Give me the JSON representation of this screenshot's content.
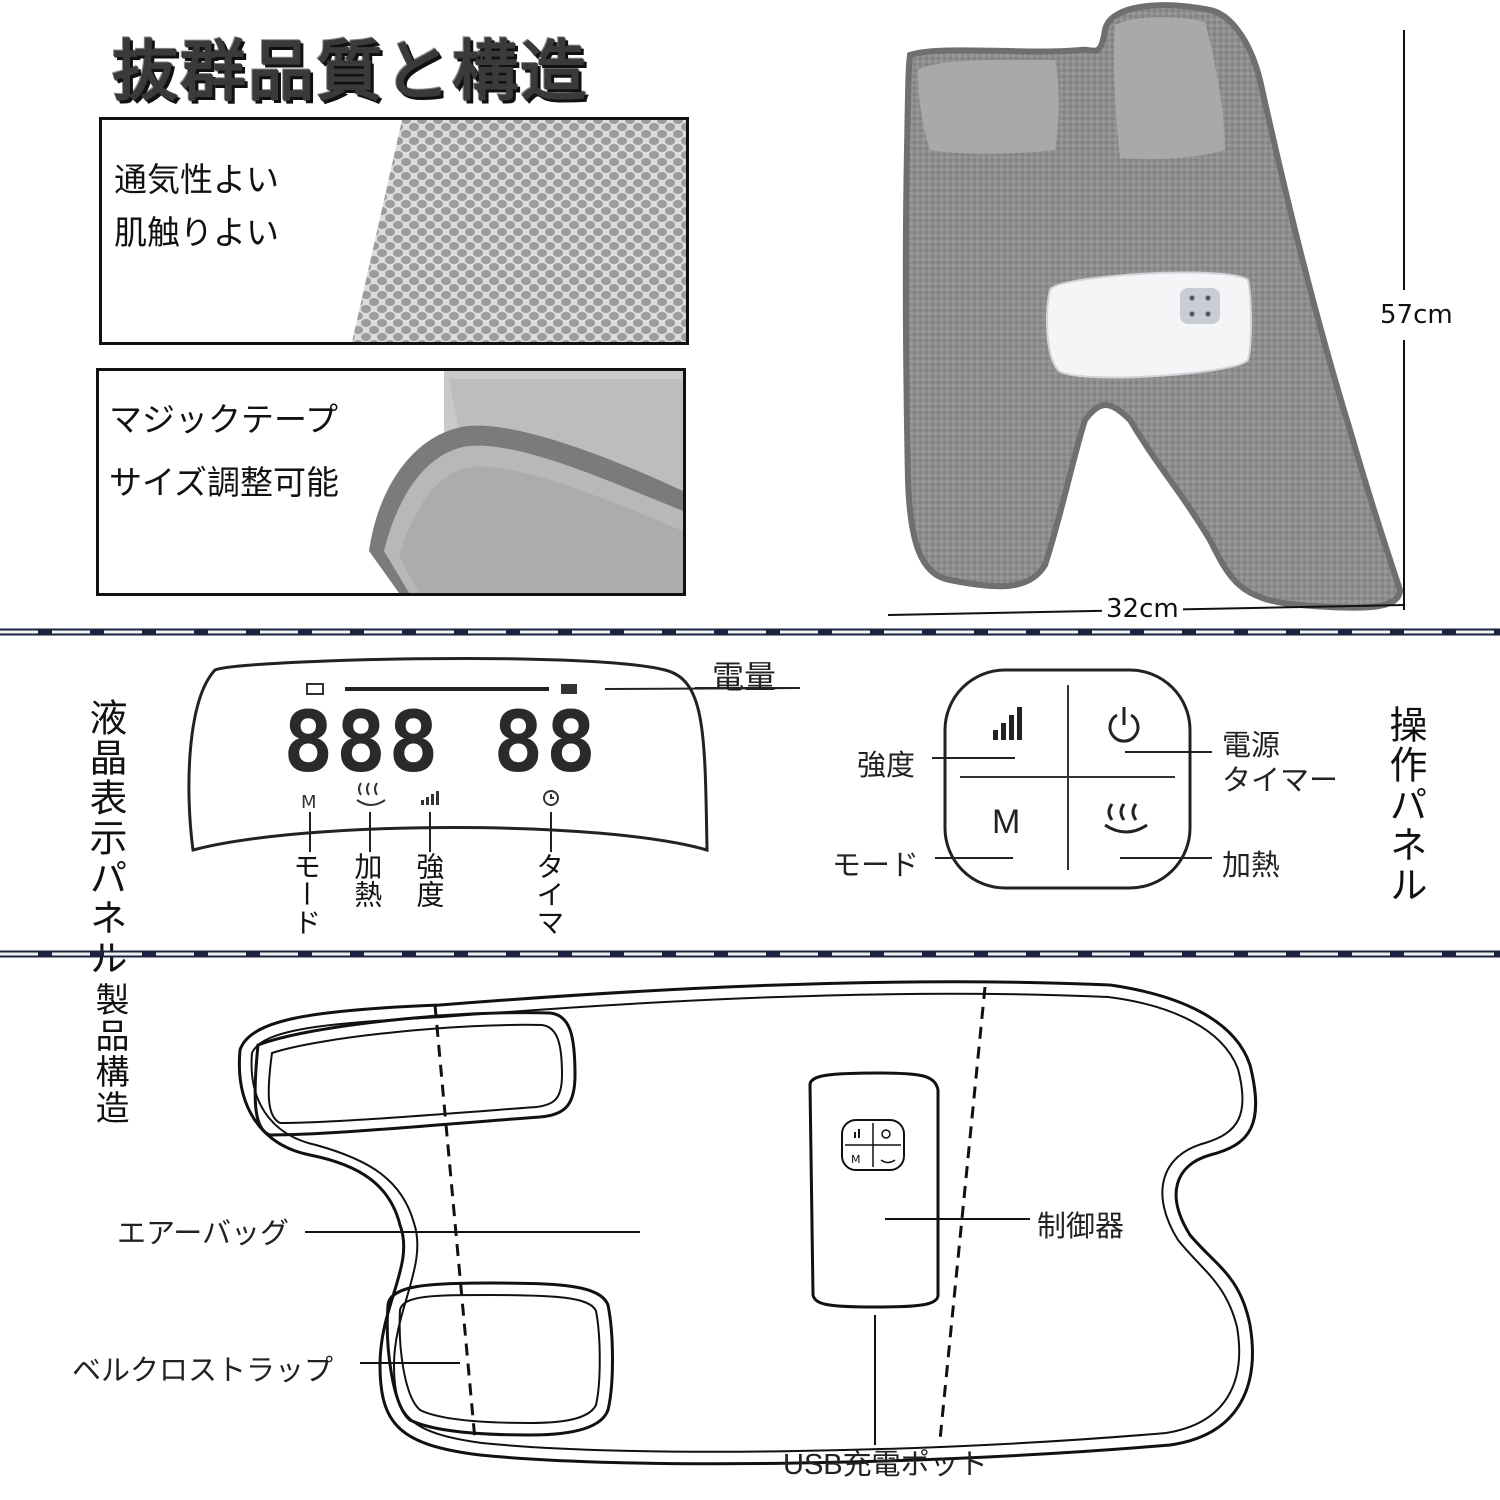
{
  "title": "抜群品質と構造",
  "features": {
    "mesh": {
      "line1": "通気性よい",
      "line2": "肌触りよい"
    },
    "velcro": {
      "line1": "マジックテープ",
      "line2": "サイズ調整可能"
    }
  },
  "dimensions": {
    "height": "57cm",
    "width": "32cm"
  },
  "lcd_panel": {
    "heading": "液晶表示パネル",
    "battery_label": "電量",
    "digits_main": "888",
    "digits_timer": "88",
    "icon_mode_letter": "M",
    "labels": {
      "mode": "モード",
      "heat": "加熱",
      "intensity": "強度",
      "timer": "タイマ"
    }
  },
  "control_panel": {
    "heading": "操作パネル",
    "mode_letter": "M",
    "labels": {
      "intensity": "強度",
      "power_line1": "電源",
      "power_line2": "タイマー",
      "mode": "モード",
      "heat": "加熱"
    }
  },
  "structure": {
    "heading": "製品構造",
    "labels": {
      "airbag": "エアーバッグ",
      "velcro_strap": "ベルクロストラップ",
      "controller": "制御器",
      "usb_port": "USB充電ポット"
    },
    "mini_panel_letter": "M"
  },
  "colors": {
    "fabric": "#8e8e8e",
    "fabric_dark": "#6f6f6f",
    "velcro": "#a9a9a9",
    "separator_dark": "#1b2340",
    "controller": "#f4f5f7"
  }
}
